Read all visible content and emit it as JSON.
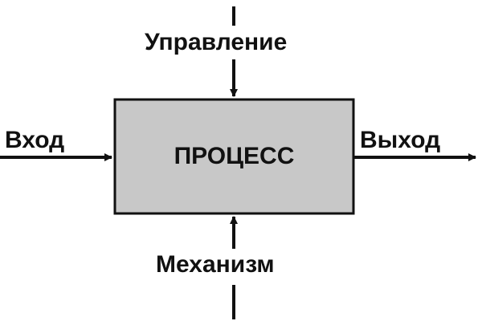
{
  "diagram": {
    "process_label": "ПРОЦЕСС",
    "input_label": "Вход",
    "output_label": "Выход",
    "control_label": "Управление",
    "mechanism_label": "Механизм",
    "colors": {
      "process_fill": "#c8c8c8",
      "line": "#111111"
    }
  }
}
